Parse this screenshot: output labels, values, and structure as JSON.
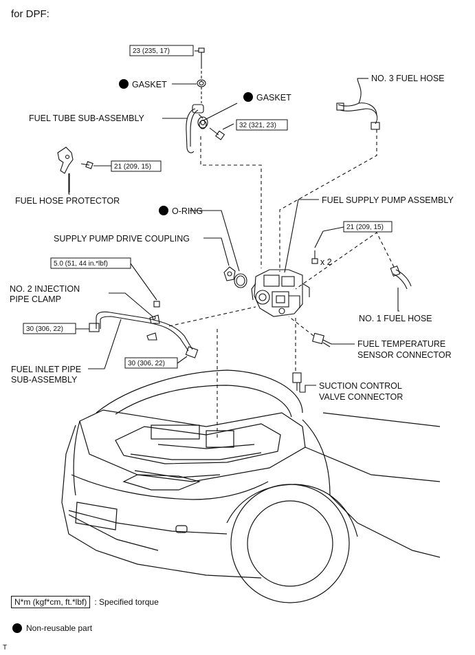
{
  "heading": "for DPF:",
  "labels": {
    "gasket_1": "GASKET",
    "gasket_2": "GASKET",
    "fuel_tube": "FUEL TUBE SUB-ASSEMBLY",
    "no3_fuel_hose": "NO. 3 FUEL HOSE",
    "fuel_hose_protector": "FUEL HOSE PROTECTOR",
    "o_ring": "O-RING",
    "fuel_supply_pump": "FUEL SUPPLY PUMP ASSEMBLY",
    "drive_coupling": "SUPPLY PUMP DRIVE COUPLING",
    "no2_clamp_l1": "NO. 2 INJECTION",
    "no2_clamp_l2": "PIPE CLAMP",
    "no1_fuel_hose": "NO. 1 FUEL HOSE",
    "fuel_temp_l1": "FUEL TEMPERATURE",
    "fuel_temp_l2": "SENSOR CONNECTOR",
    "fuel_inlet_l1": "FUEL INLET PIPE",
    "fuel_inlet_l2": "SUB-ASSEMBLY",
    "suction_l1": "SUCTION CONTROL",
    "suction_l2": "VALVE CONNECTOR",
    "x2": "x 2"
  },
  "torques": {
    "t_top_bolt": "23 (235, 17)",
    "t_union_bolt": "32 (321, 23)",
    "t_protector": "21 (209, 15)",
    "t_pump": "21 (209, 15)",
    "t_clamp": "5.0 (51, 44 in.*lbf)",
    "t_inlet_left": "30 (306, 22)",
    "t_inlet_right": "30 (306, 22)"
  },
  "legend": {
    "torque_box": "N*m (kgf*cm, ft.*lbf)",
    "torque_text": ": Specified torque",
    "nonreusable_text": "Non-reusable part"
  },
  "footer": "T"
}
